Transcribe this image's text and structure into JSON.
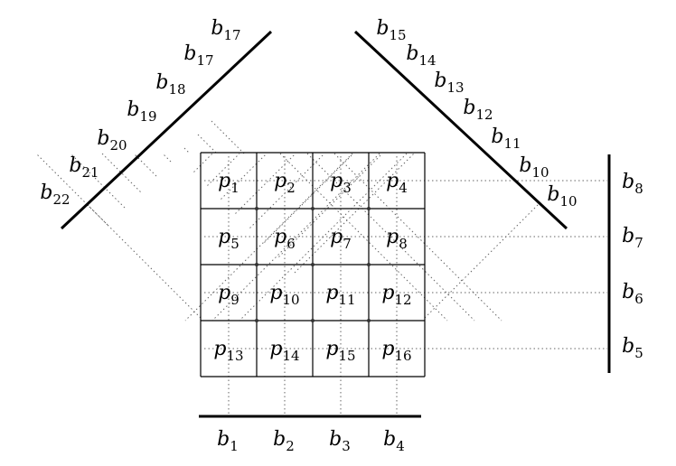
{
  "pixels": [
    {
      "id": "1",
      "label": "p",
      "sub": "1"
    },
    {
      "id": "2",
      "label": "p",
      "sub": "2"
    },
    {
      "id": "3",
      "label": "p",
      "sub": "3"
    },
    {
      "id": "4",
      "label": "p",
      "sub": "4"
    },
    {
      "id": "5",
      "label": "p",
      "sub": "5"
    },
    {
      "id": "6",
      "label": "p",
      "sub": "6"
    },
    {
      "id": "7",
      "label": "p",
      "sub": "7"
    },
    {
      "id": "8",
      "label": "p",
      "sub": "8"
    },
    {
      "id": "9",
      "label": "p",
      "sub": "9"
    },
    {
      "id": "10",
      "label": "p",
      "sub": "10"
    },
    {
      "id": "11",
      "label": "p",
      "sub": "11"
    },
    {
      "id": "12",
      "label": "p",
      "sub": "12"
    },
    {
      "id": "13",
      "label": "p",
      "sub": "13"
    },
    {
      "id": "14",
      "label": "p",
      "sub": "14"
    },
    {
      "id": "15",
      "label": "p",
      "sub": "15"
    },
    {
      "id": "16",
      "label": "p",
      "sub": "16"
    }
  ],
  "bottom_detector": [
    {
      "label": "b",
      "sub": "1"
    },
    {
      "label": "b",
      "sub": "2"
    },
    {
      "label": "b",
      "sub": "3"
    },
    {
      "label": "b",
      "sub": "4"
    }
  ],
  "right_detector": [
    {
      "label": "b",
      "sub": "5"
    },
    {
      "label": "b",
      "sub": "6"
    },
    {
      "label": "b",
      "sub": "7"
    },
    {
      "label": "b",
      "sub": "8"
    }
  ],
  "upper_right_detector": [
    {
      "label": "b",
      "sub": "10"
    },
    {
      "label": "b",
      "sub": "10"
    },
    {
      "label": "b",
      "sub": "11"
    },
    {
      "label": "b",
      "sub": "12"
    },
    {
      "label": "b",
      "sub": "13"
    },
    {
      "label": "b",
      "sub": "14"
    },
    {
      "label": "b",
      "sub": "15"
    }
  ],
  "upper_left_detector": [
    {
      "label": "b",
      "sub": "17"
    },
    {
      "label": "b",
      "sub": "17"
    },
    {
      "label": "b",
      "sub": "18"
    },
    {
      "label": "b",
      "sub": "19"
    },
    {
      "label": "b",
      "sub": "20"
    },
    {
      "label": "b",
      "sub": "21"
    },
    {
      "label": "b",
      "sub": "22"
    }
  ],
  "colors": {
    "line": "#000000",
    "ray": "#666666"
  }
}
